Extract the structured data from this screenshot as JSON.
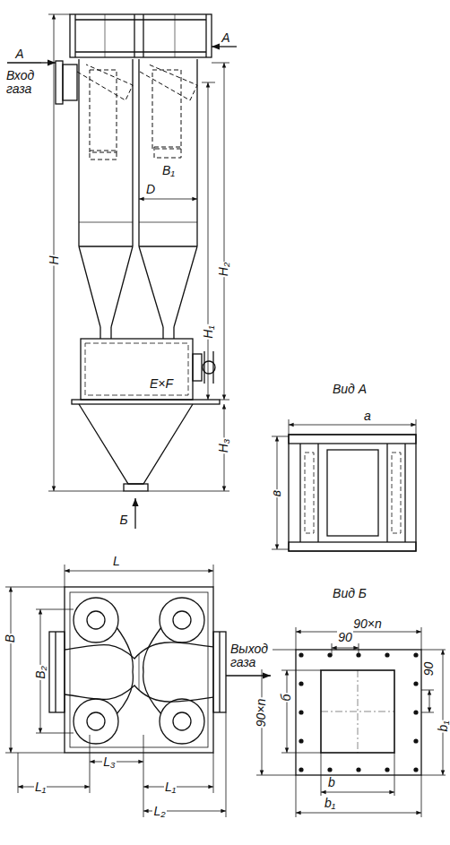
{
  "diagram": {
    "labels": [
      "А",
      "А",
      "Вход газа",
      "H",
      "H₁",
      "H₂",
      "D",
      "B₁",
      "E×F",
      "H₃",
      "Б",
      "Вид А",
      "а",
      "в",
      "L",
      "B",
      "B₂",
      "Выход газа",
      "L₃",
      "L₁",
      "L₁",
      "L₂",
      "Вид Б",
      "90×n",
      "90",
      "90×n",
      "б",
      "90",
      "b₁",
      "b",
      "b₁"
    ]
  }
}
